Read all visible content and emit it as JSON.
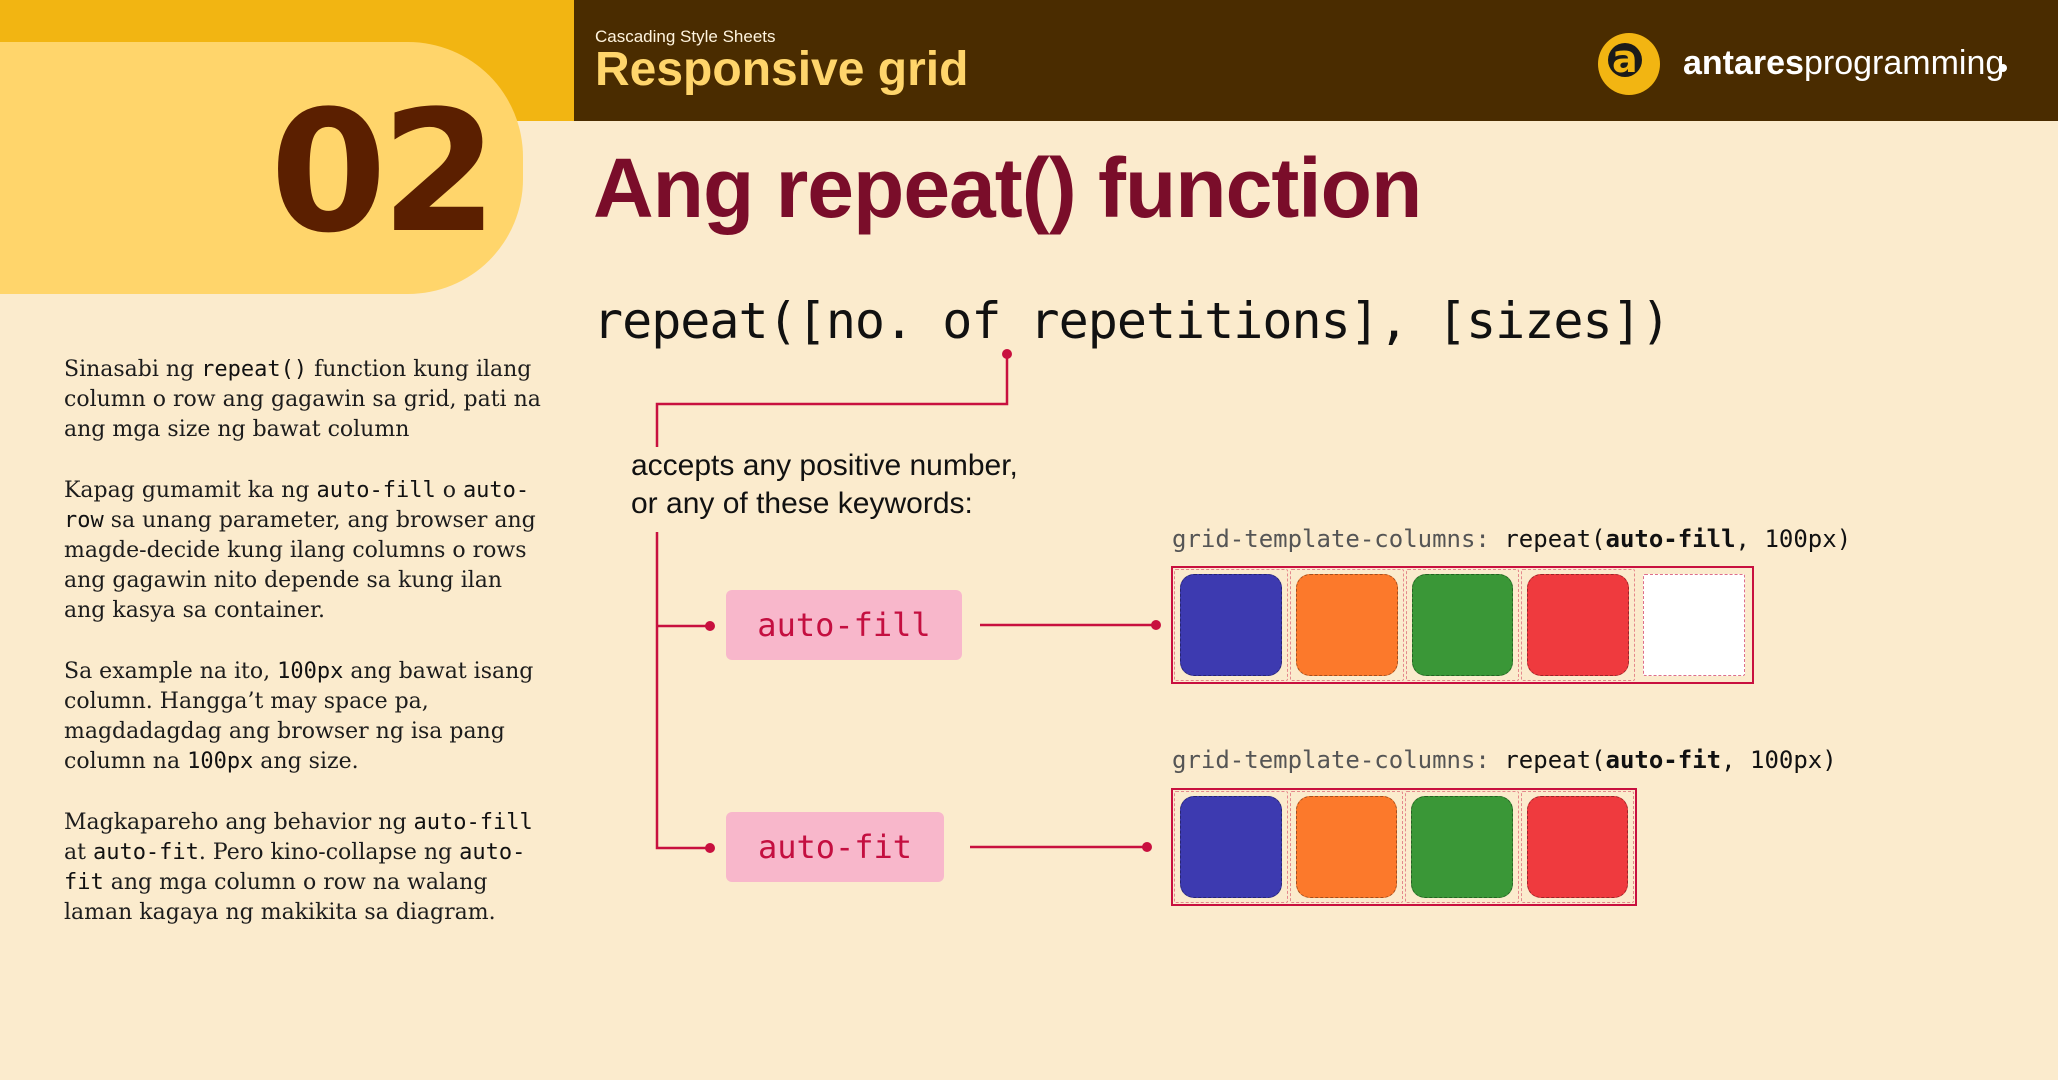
{
  "header": {
    "kicker": "Cascading Style Sheets",
    "title": "Responsive grid",
    "slide_number": "02",
    "brand": {
      "bold": "antares",
      "regular": "programming",
      "logo_icon": "antares-logo-icon"
    }
  },
  "main": {
    "title": "Ang repeat() function",
    "syntax": "repeat([no. of repetitions], [sizes])",
    "annotation": "accepts any positive number,\nor any of these keywords:",
    "keywords": [
      "auto-fill",
      "auto-fit"
    ]
  },
  "examples": {
    "fill": {
      "prop": "grid-template-columns:",
      "pre": "repeat(",
      "kw": "auto-fill",
      "post": ", 100px)"
    },
    "fit": {
      "prop": "grid-template-columns:",
      "pre": "repeat(",
      "kw": "auto-fit",
      "post": ", 100px)"
    },
    "cell_colors": [
      "#3d3ab0",
      "#fc792b",
      "#3a9737",
      "#ef3a3e"
    ],
    "empty_color": "#ffffff"
  },
  "desc": {
    "p1": {
      "a": "Sinasabi ng ",
      "c1": "repeat()",
      "b": " function kung ilang column o row ang gagawin sa grid, pati na ang mga size ng bawat column"
    },
    "p2": {
      "a": "Kapag gumamit ka ng ",
      "c1": "auto-fill",
      "b": " o ",
      "c2": "auto-row",
      "c": " sa unang parameter, ang browser ang magde-decide kung ilang columns o rows ang gagawin nito depende sa kung ilan ang kasya sa container."
    },
    "p3": {
      "a": "Sa example na ito, ",
      "c1": "100px",
      "b": " ang bawat isang column. Hangga’t may space pa, magdadagdag ang browser ng isa pang column na ",
      "c2": "100px",
      "c": " ang size."
    },
    "p4": {
      "a": "Magkapareho ang behavior ng ",
      "c1": "auto-fill",
      "b": " at ",
      "c2": "auto-fit",
      "c": ". Pero kino-collapse ng ",
      "c3": "auto-fit",
      "d": " ang mga column o row na walang laman kagaya ng makikita sa diagram."
    }
  },
  "colors": {
    "header_bg": "#4a2c00",
    "accent_gold": "#f2b512",
    "title_maroon": "#7a0d2a",
    "line_red": "#c8103f",
    "keyword_pink": "#f8b7cb"
  }
}
